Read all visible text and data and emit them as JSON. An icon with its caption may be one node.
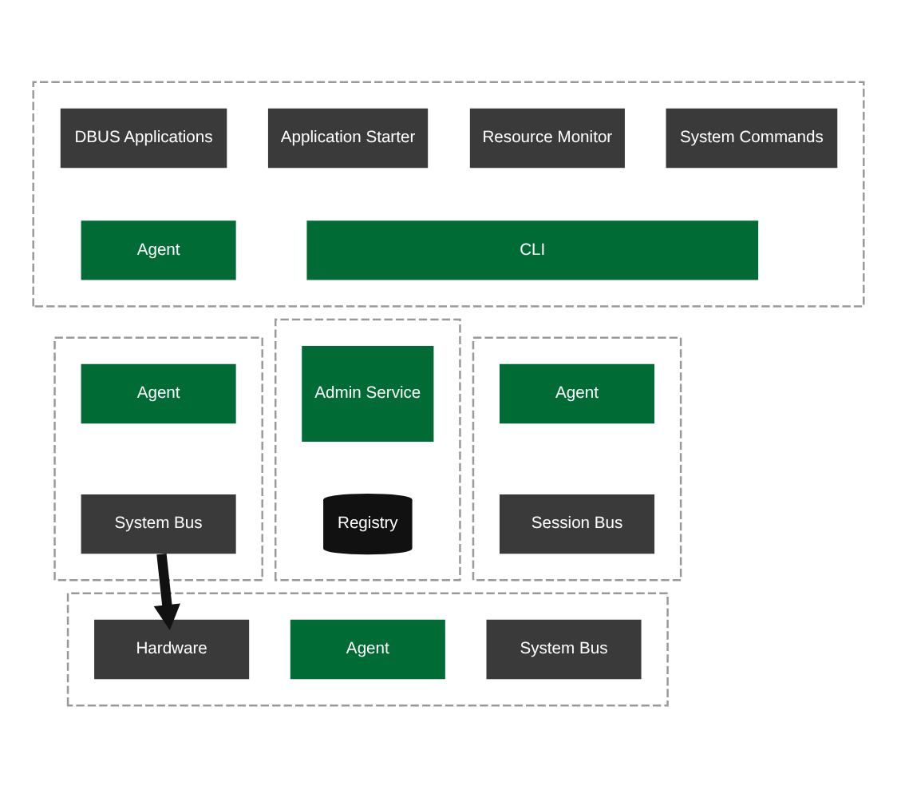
{
  "diagram": {
    "nodes": [
      {
        "text": [],
        "shape": "box"
      },
      {
        "text": [
          "DBUS Applications"
        ],
        "in": 0
      },
      {
        "text": [
          "Application Starter"
        ],
        "in": 0
      },
      {
        "text": [
          "Resource Monitor"
        ],
        "in": 0
      },
      {
        "text": [
          "System Commands"
        ],
        "in": 0
      },
      {
        "text": [
          "Agent"
        ],
        "in": 0
      },
      {
        "text": [
          "CLI"
        ],
        "in": 0
      },
      {
        "text": [],
        "shape": "box"
      },
      {
        "text": [
          "Agent"
        ],
        "in": 7
      },
      {
        "text": [
          "System Bus"
        ],
        "in": 7
      },
      {
        "text": [],
        "shape": "box"
      },
      {
        "text": [
          "Admin Service"
        ],
        "in": 10
      },
      {
        "text": [
          "Registry"
        ],
        "in": 10
      },
      {
        "text": [],
        "shape": "box"
      },
      {
        "text": [
          "Agent"
        ],
        "in": 13
      },
      {
        "text": [
          "Session Bus"
        ],
        "in": 13
      },
      {
        "text": [],
        "shape": "box"
      },
      {
        "text": [
          "Hardware"
        ],
        "in": 16
      },
      {
        "text": [
          "Agent"
        ],
        "in": 16
      },
      {
        "text": [
          "System Bus"
        ],
        "in": 16
      }
    ],
    "edges": [
      {
        "from": 9,
        "to": 17,
        "arrow": "to"
      }
    ]
  }
}
